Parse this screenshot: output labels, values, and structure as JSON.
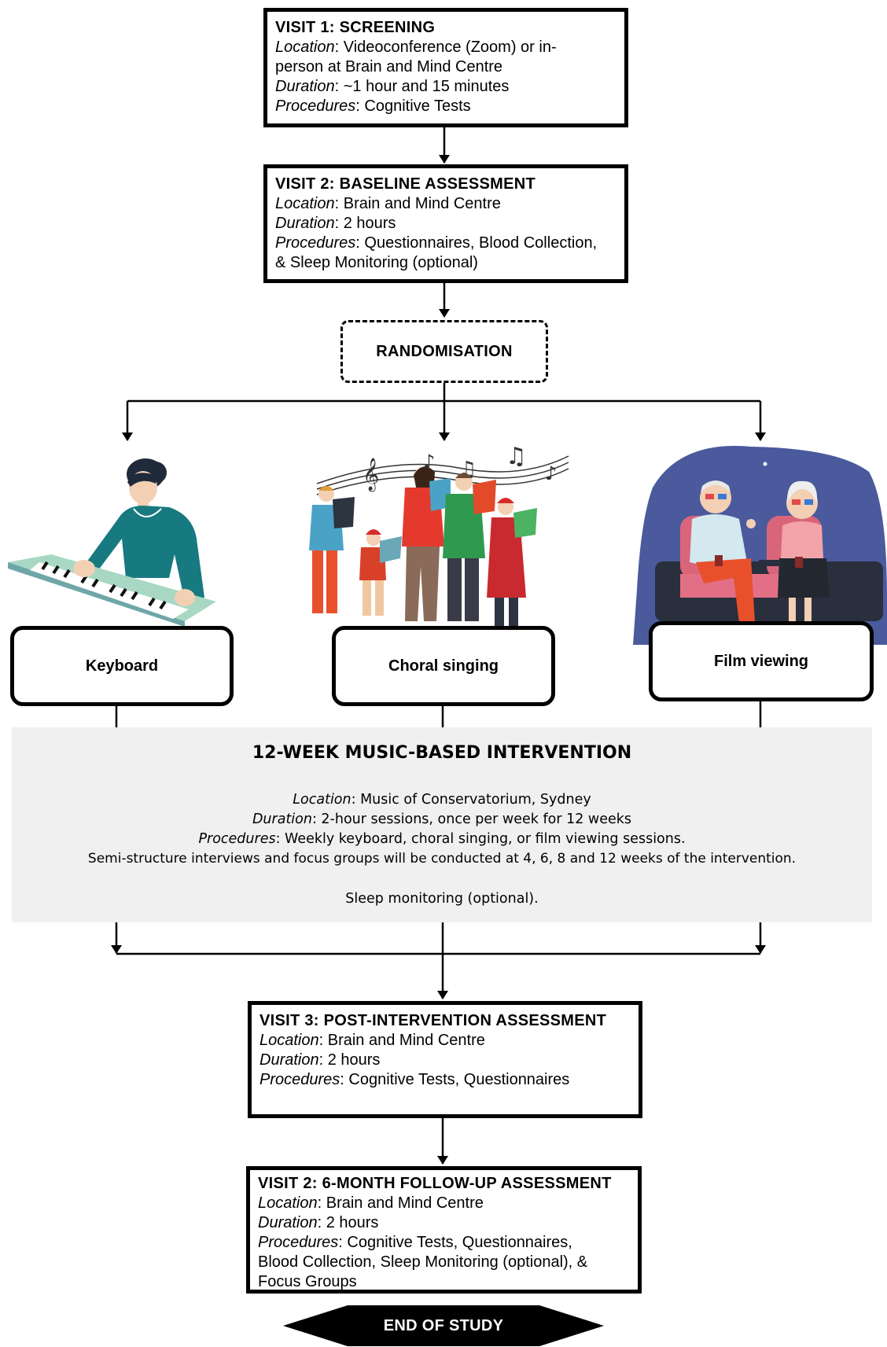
{
  "visit1": {
    "title": "VISIT 1: SCREENING",
    "location_label": "Location",
    "location_value": ": Videoconference (Zoom) or in-",
    "location_cont": "person at Brain and Mind Centre",
    "duration_label": "Duration",
    "duration_value": ": ~1 hour and 15 minutes",
    "procedures_label": "Procedures",
    "procedures_value": ": Cognitive Tests"
  },
  "visit2": {
    "title": "VISIT 2: BASELINE  ASSESSMENT",
    "location_label": "Location",
    "location_value": ": Brain and Mind Centre",
    "duration_label": "Duration",
    "duration_value": ": 2 hours",
    "procedures_label": "Procedures",
    "procedures_value": ": Questionnaires,  Blood Collection,",
    "procedures_cont": "& Sleep Monitoring  (optional)"
  },
  "randomisation": "RANDOMISATION",
  "arms": {
    "keyboard": "Keyboard",
    "choral": "Choral singing",
    "film": "Film viewing"
  },
  "intervention": {
    "title": "12-WEEK MUSIC-BASED INTERVENTION",
    "location_label": "Location",
    "location_value": ": Music of Conservatorium, Sydney",
    "duration_label": "Duration",
    "duration_value": ": 2-hour sessions, once per week for 12 weeks",
    "procedures_label": "Procedures",
    "procedures_value": ": Weekly keyboard, choral singing, or film viewing sessions.",
    "interviews": "Semi-structure interviews and focus groups will be conducted at 4, 6, 8 and 12 weeks of the intervention.",
    "sleep": "Sleep monitoring (optional)."
  },
  "visit3": {
    "title": "VISIT 3: POST-INTERVENTION  ASSESSMENT",
    "location_label": "Location",
    "location_value": ": Brain and Mind Centre",
    "duration_label": "Duration",
    "duration_value": ": 2 hours",
    "procedures_label": "Procedures",
    "procedures_value": ": Cognitive  Tests,  Questionnaires"
  },
  "visit4": {
    "title": "VISIT 2: 6-MONTH FOLLOW-UP  ASSESSMENT",
    "location_label": "Location",
    "location_value": ": Brain and Mind Centre",
    "duration_label": "Duration",
    "duration_value": ": 2 hours",
    "procedures_label": "Procedures",
    "procedures_value": ": Cognitive  Tests,  Questionnaires,",
    "procedures_cont1": "Blood Collection,  Sleep Monitoring  (optional),  &",
    "procedures_cont2": "Focus Groups"
  },
  "end": "END OF STUDY",
  "colors": {
    "panel": "#f0f0f0",
    "film_bg": "#4a5a9c",
    "keyboard_shirt": "#177a80",
    "keys": "#a8d8c4"
  }
}
